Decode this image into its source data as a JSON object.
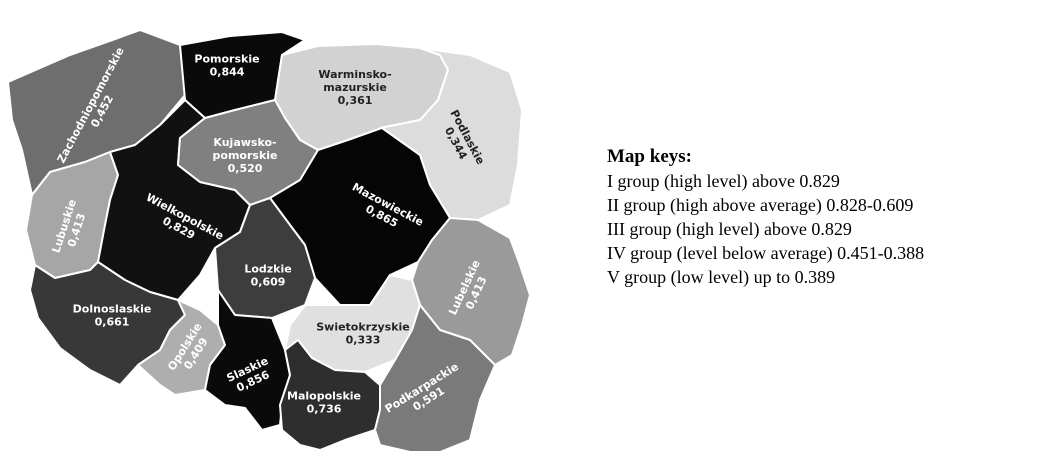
{
  "map": {
    "regions": [
      {
        "id": "zachodniopomorskie",
        "name": "Zachodniopomorskie",
        "value": "0,452",
        "fill": "#6e6e6e",
        "text_color": "#ffffff"
      },
      {
        "id": "pomorskie",
        "name": "Pomorskie",
        "value": "0,844",
        "fill": "#0a0a0a",
        "text_color": "#ffffff"
      },
      {
        "id": "warminsko-mazurskie",
        "name": "Warminsko-mazurskie",
        "value": "0,361",
        "fill": "#d2d2d2",
        "text_color": "#222222"
      },
      {
        "id": "podlaskie",
        "name": "Podlaskie",
        "value": "0,344",
        "fill": "#dcdcdc",
        "text_color": "#222222"
      },
      {
        "id": "lubuskie",
        "name": "Lubuskie",
        "value": "0,413",
        "fill": "#a6a6a6",
        "text_color": "#ffffff"
      },
      {
        "id": "wielkopolskie",
        "name": "Wielkopolskie",
        "value": "0,829",
        "fill": "#111111",
        "text_color": "#ffffff"
      },
      {
        "id": "kujawsko-pomorskie",
        "name": "Kujawsko-pomorskie",
        "value": "0,520",
        "fill": "#808080",
        "text_color": "#ffffff"
      },
      {
        "id": "mazowieckie",
        "name": "Mazowieckie",
        "value": "0,865",
        "fill": "#050505",
        "text_color": "#ffffff"
      },
      {
        "id": "lodzkie",
        "name": "Lodzkie",
        "value": "0,609",
        "fill": "#3d3d3d",
        "text_color": "#ffffff"
      },
      {
        "id": "lubelskie",
        "name": "Lubelskie",
        "value": "0,413",
        "fill": "#9a9a9a",
        "text_color": "#ffffff"
      },
      {
        "id": "dolnoslaskie",
        "name": "Dolnoslaskie",
        "value": "0,661",
        "fill": "#383838",
        "text_color": "#ffffff"
      },
      {
        "id": "opolskie",
        "name": "Opolskie",
        "value": "0,409",
        "fill": "#aeaeae",
        "text_color": "#ffffff"
      },
      {
        "id": "slaskie",
        "name": "Slaskie",
        "value": "0,856",
        "fill": "#0a0a0a",
        "text_color": "#ffffff"
      },
      {
        "id": "swietokrzyskie",
        "name": "Swietokrzyskie",
        "value": "0,333",
        "fill": "#e0e0e0",
        "text_color": "#222222"
      },
      {
        "id": "malopolskie",
        "name": "Malopolskie",
        "value": "0,736",
        "fill": "#2e2e2e",
        "text_color": "#ffffff"
      },
      {
        "id": "podkarpackie",
        "name": "Podkarpackie",
        "value": "0,591",
        "fill": "#7a7a7a",
        "text_color": "#ffffff"
      }
    ]
  },
  "legend": {
    "title": "Map keys:",
    "items": [
      "I group (high level) above 0.829",
      "II group (high above average) 0.828-0.609",
      "III group (high level) above 0.829",
      "IV group (level below average) 0.451-0.388",
      "V group (low level) up to 0.389"
    ]
  }
}
